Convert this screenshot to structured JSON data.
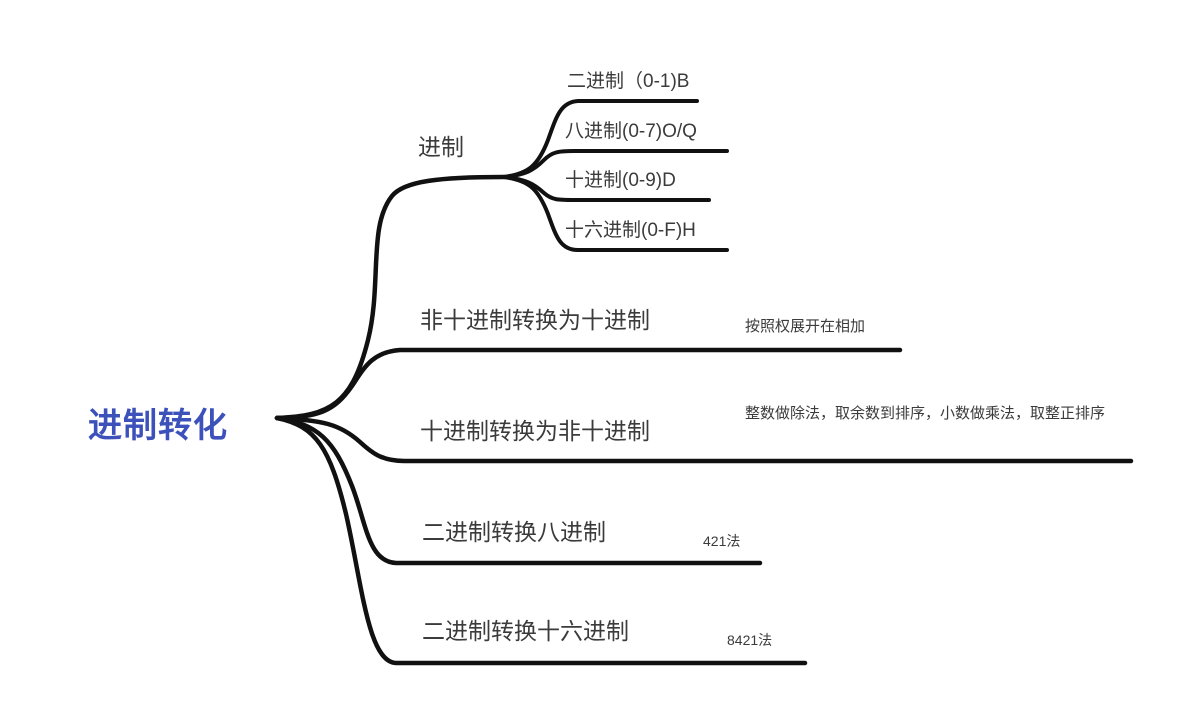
{
  "mindmap": {
    "title": "进制转化",
    "title_color": "#3d51bb",
    "branch_color": "#111111",
    "background": "#ffffff",
    "root": {
      "label": "进制转化"
    },
    "branches": [
      {
        "label": "进制",
        "children": [
          {
            "label": "二进制（0-1)B"
          },
          {
            "label": "八进制(0-7)O/Q"
          },
          {
            "label": "十进制(0-9)D"
          },
          {
            "label": "十六进制(0-F)H"
          }
        ]
      },
      {
        "label": "非十进制转换为十进制",
        "note": "按照权展开在相加"
      },
      {
        "label": "十进制转换为非十进制",
        "note": "整数做除法，取余数到排序，小数做乘法，取整正排序"
      },
      {
        "label": "二进制转换八进制",
        "note": "421法"
      },
      {
        "label": "二进制转换十六进制",
        "note": "8421法"
      }
    ]
  }
}
